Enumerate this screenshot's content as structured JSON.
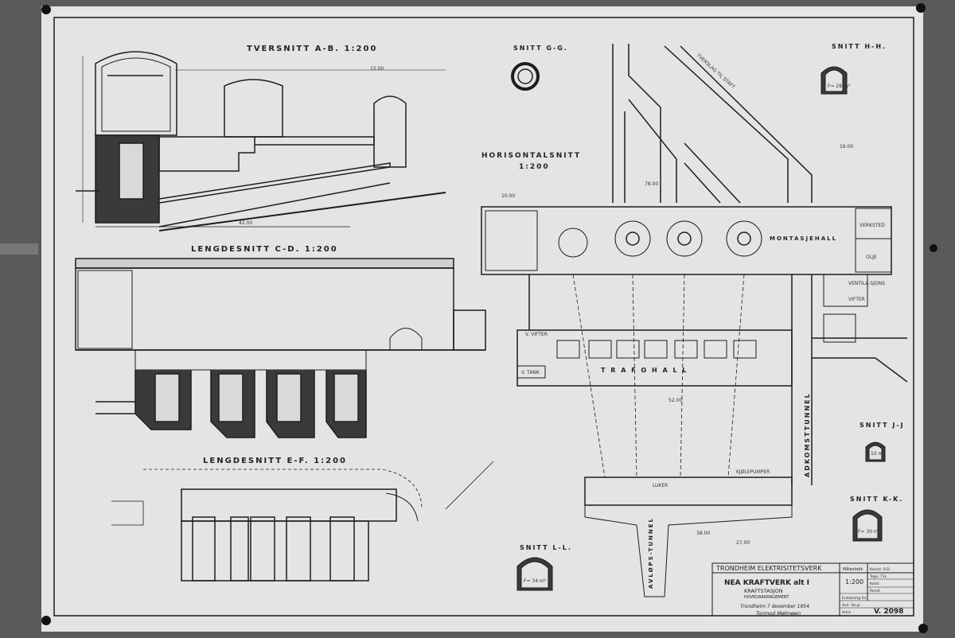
{
  "sections": {
    "tversnitt": "TVERSNITT A-B. 1:200",
    "lengde_cd": "LENGDESNITT C-D. 1:200",
    "lengde_ef": "LENGDESNITT E-F. 1:200",
    "horisontal_1": "HORISONTALSNITT",
    "horisontal_2": "1:200",
    "snitt_gg": "SNITT G-G.",
    "snitt_hh": "SNITT H-H.",
    "snitt_jj": "SNITT J-J",
    "snitt_kk": "SNITT K-K.",
    "snitt_ll": "SNITT L-L."
  },
  "plan_labels": {
    "montasjehall": "MONTASJEHALL",
    "trafohall": "T R A F O   H A L L",
    "verksted": "VERKSTED",
    "olje": "OLJE",
    "ventilasjons": "VENTILA-SJONS",
    "vifter": "VIFTER",
    "v_vifter": "V. VIFTER",
    "v_tank": "V. TANK",
    "kjolepumper": "KJØLEPUMPER",
    "lukes": "LUKER",
    "adkomsttunnel": "ADKOMSTTUNNEL",
    "avlopstunnel": "AVLØPS-TUNNEL",
    "tverslag": "TVERSLAG TIL STAFT",
    "area_hh": "F= 28 m²",
    "area_ll": "F= 34 m²",
    "area_kk": "F= 30 m²",
    "area_jj": "10 m²"
  },
  "dims": {
    "d_42": "42.00",
    "d_52": "52.00",
    "d_78": "78.00",
    "d_1000": "10.00",
    "d_1500": "15.00",
    "d_1600": "16.00",
    "d_3800": "38.00",
    "d_2700": "27.00"
  },
  "title_block": {
    "company": "TRONDHEIM ELEKTRISITETSVERK",
    "project": "NEA KRAFTVERK alt I",
    "subtitle": "KRAFTSTASJON",
    "subtitle2": "HOVEDARRANGEMENT",
    "place_date": "Trondheim 7 desember 1954",
    "signature": "Tormod Mølmøen",
    "scale_label": "Målestokk",
    "scale": "1:200",
    "konstr": "Konstr. R.D.",
    "tegn": "Tegn. T.H.",
    "kontr": "Kontr.",
    "revid": "Revid.",
    "erstatning": "Erstatning for",
    "avd": "Avd. Vb.pl.",
    "arkiv": "Arkiv",
    "number": "V. 2098"
  },
  "colors": {
    "paper": "#e4e4e2",
    "line": "#1d1d1d",
    "fill": "#3a3a3a",
    "backdrop": "#5a5a5a"
  }
}
